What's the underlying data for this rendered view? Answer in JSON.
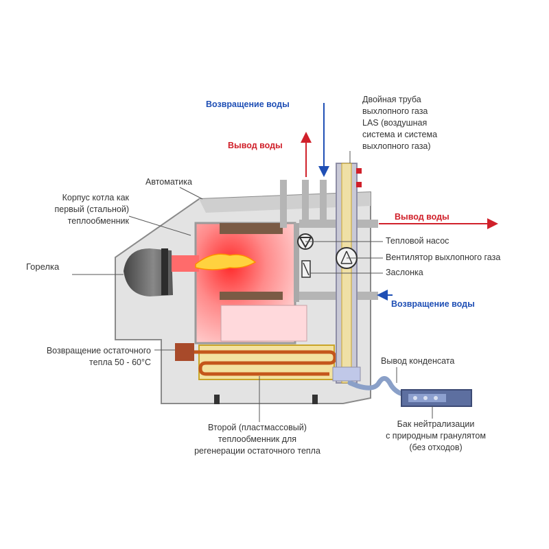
{
  "labels": {
    "water_return_top": "Возвращение воды",
    "water_out_top": "Вывод воды",
    "double_pipe": "Двойная труба\nвыхлопного газа\nLAS (воздушная\nсистема и система\nвыхлопного газа)",
    "automation": "Автоматика",
    "boiler_body": "Корпус котла как\nпервый (стальной)\nтеплообменник",
    "water_out_right": "Вывод воды",
    "heating_pump": "Тепловой насос",
    "exhaust_fan": "Вентилятор выхлопного газа",
    "burner": "Горелка",
    "damper": "Заслонка",
    "water_return_right": "Возвращение воды",
    "residual_heat": "Возвращение остаточного\nтепла 50 - 60°C",
    "condensate": "Вывод конденсата",
    "second_exchanger": "Второй (пластмассовый)\nтеплообменник для\nрегенерации остаточного тепла",
    "neutralization_tank": "Бак нейтрализации\nс природным гранулятом\n(без отходов)"
  },
  "colors": {
    "water_out": "#d0202a",
    "water_return": "#1f4fb5",
    "casing": "#d9d9d9",
    "flame": "#ff3b3b",
    "exchanger": "#e8c34a"
  }
}
